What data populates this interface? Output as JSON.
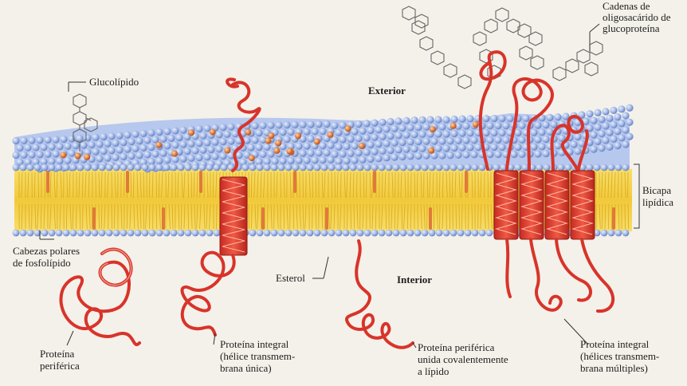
{
  "labels": {
    "exterior": "Exterior",
    "interior": "Interior",
    "glycolipid": "Glucolípido",
    "oligosaccharide": [
      "Cadenas de",
      "oligosacárido de",
      "glucoproteína"
    ],
    "bilayer": [
      "Bicapa",
      "lipídica"
    ],
    "polar_heads": [
      "Cabezas polares",
      "de fosfolípido"
    ],
    "sterol": "Esterol",
    "peripheral_protein": [
      "Proteína",
      "periférica"
    ],
    "integral_single": [
      "Proteína integral",
      "(hélice transmem-",
      "brana única)"
    ],
    "peripheral_lipid": [
      "Proteína periférica",
      "unida covalentemente",
      "a lípido"
    ],
    "integral_multi": [
      "Proteína integral",
      "(hélices transmem-",
      "brana múltiples)"
    ]
  },
  "colors": {
    "background": "#f4f1ea",
    "polar_head": "#a9bde8",
    "lipid_tail": "#f2d04a",
    "protein": "#d8342a",
    "sterol": "#e07a3a",
    "text": "#1e1e1e"
  }
}
